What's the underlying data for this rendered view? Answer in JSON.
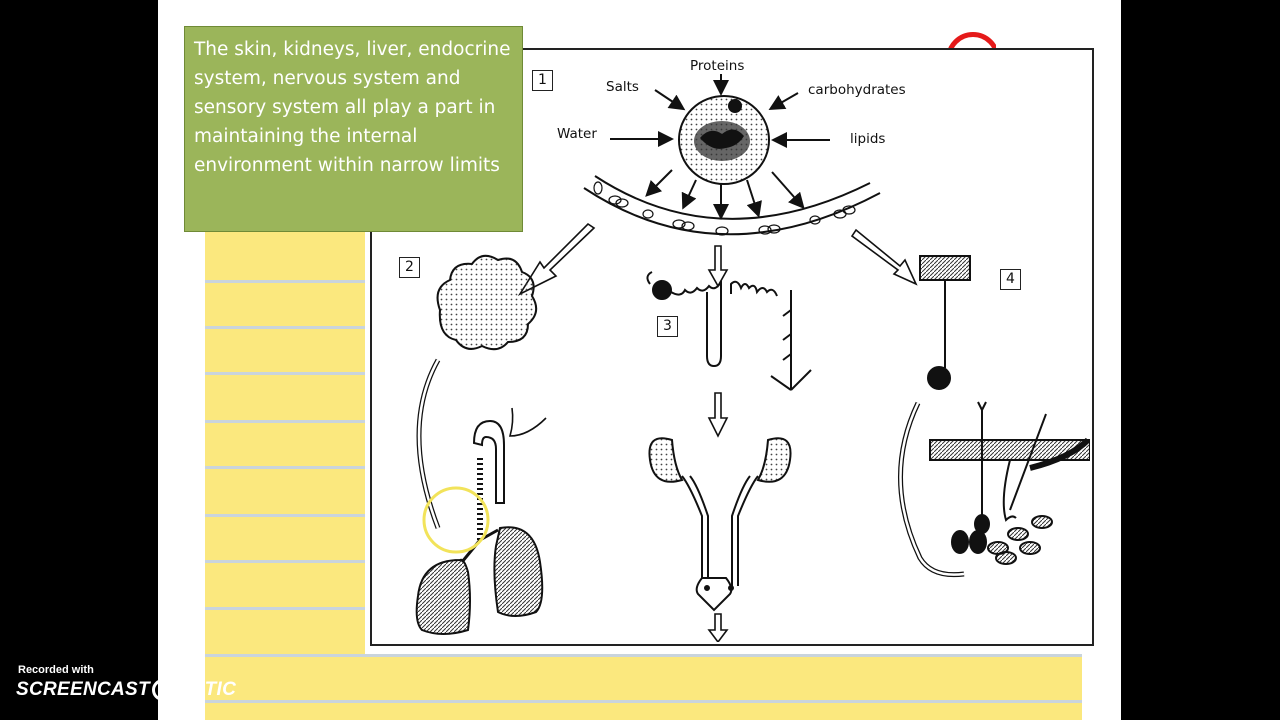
{
  "callout": {
    "text": "The skin, kidneys, liver, endocrine system, nervous system and sensory system all play a part in maintaining the internal environment within narrow limits"
  },
  "diagram": {
    "labels": {
      "proteins": "Proteins",
      "salts": "Salts",
      "carbohydrates": "carbohydrates",
      "water": "Water",
      "lipids": "lipids"
    },
    "panel_numbers": [
      "1",
      "2",
      "3",
      "4"
    ]
  },
  "watermark": {
    "recorded_with": "Recorded with",
    "brand_left": "SCREENCAST",
    "brand_right": "MATIC"
  },
  "colors": {
    "callout_bg": "#9bb55a",
    "notebook_yellow": "#fbe87e",
    "ruled_line": "#c9d4dd",
    "highlight_ring": "#f2e35a",
    "red_mark": "#e51a1a"
  }
}
